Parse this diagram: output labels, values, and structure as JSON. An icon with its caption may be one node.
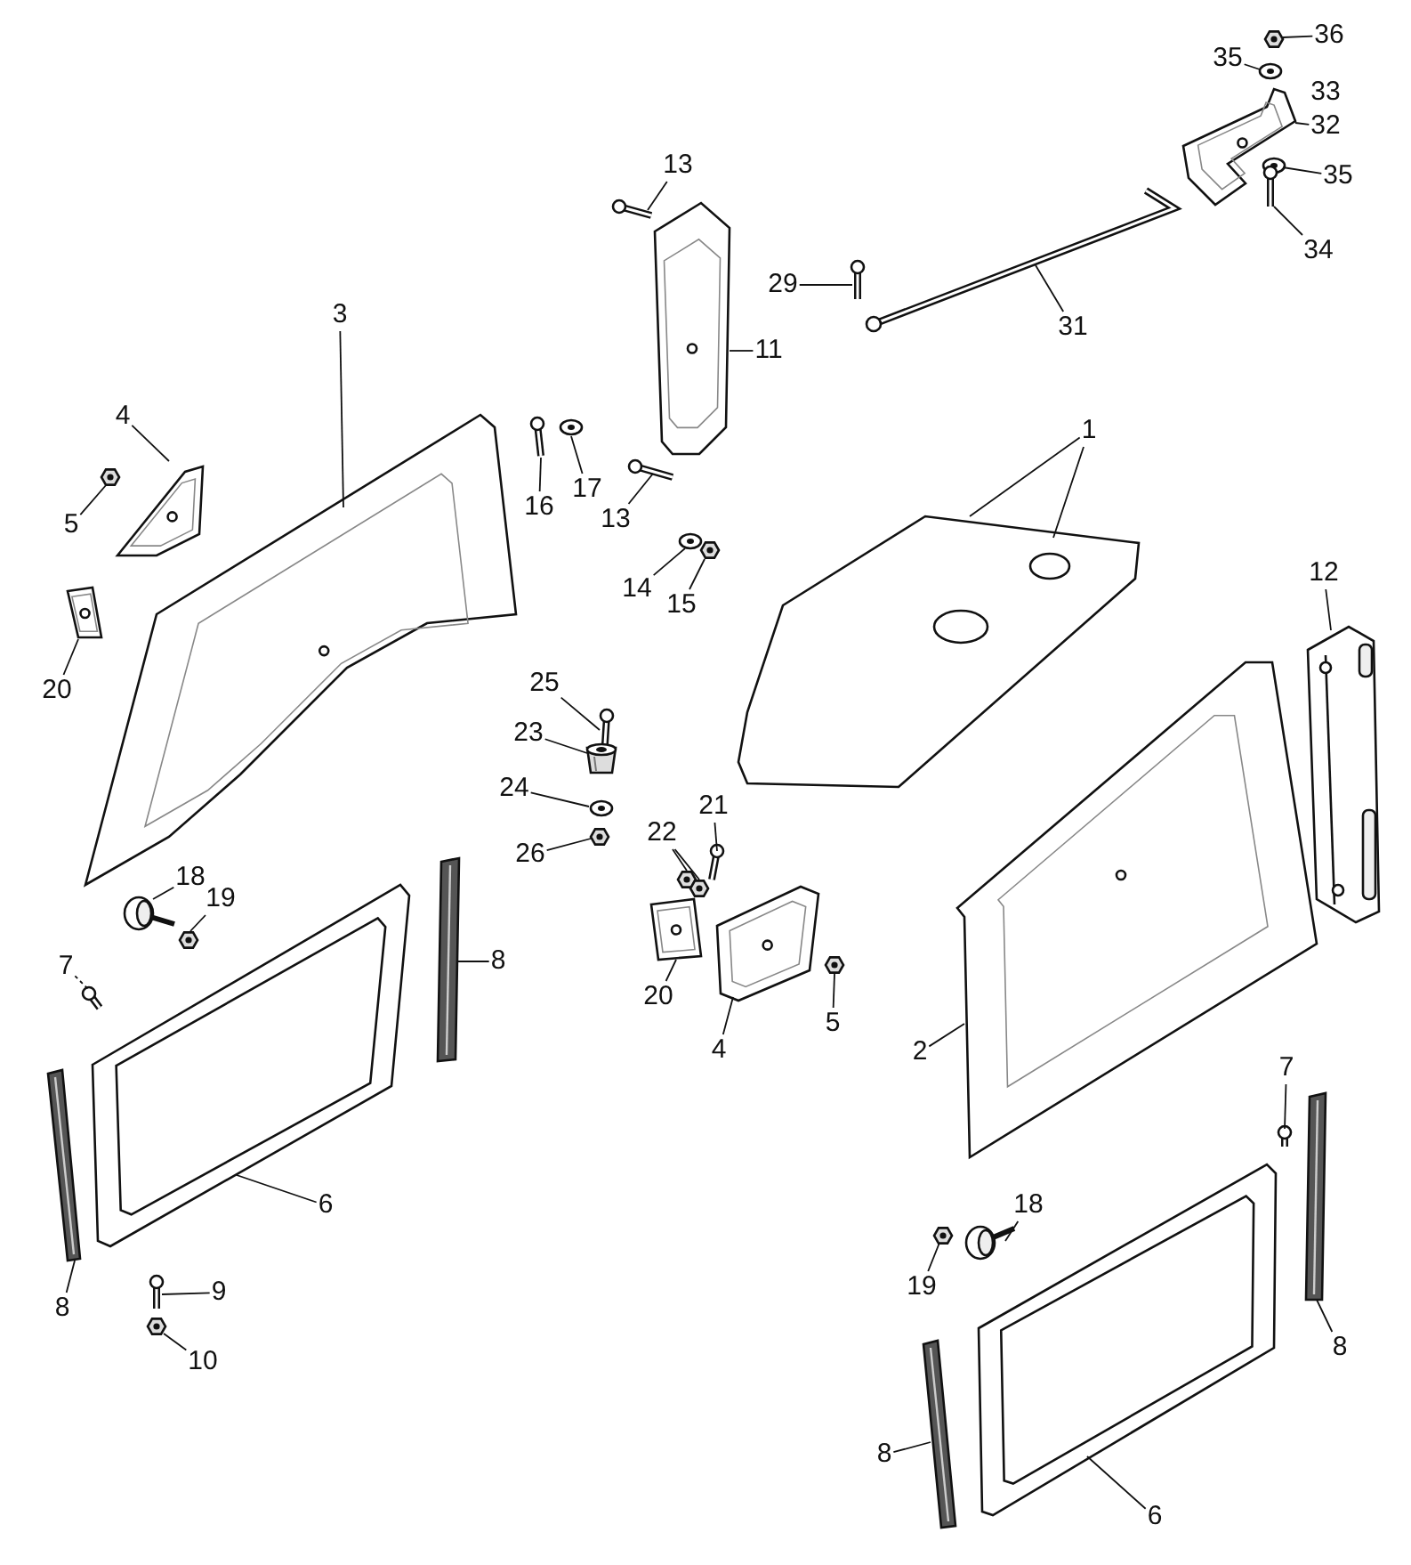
{
  "diagram": {
    "nodes": [
      {
        "text": [
          "36"
        ]
      },
      {
        "text": [
          "35"
        ]
      },
      {
        "text": [
          "32"
        ]
      },
      {
        "text": [
          "13"
        ]
      },
      {
        "text": [
          "35"
        ]
      },
      {
        "text": [
          "34"
        ]
      },
      {
        "text": [
          "29"
        ]
      },
      {
        "text": [
          "3"
        ]
      },
      {
        "text": [
          "31"
        ]
      },
      {
        "text": [
          "11"
        ]
      },
      {
        "text": [
          "4"
        ]
      },
      {
        "text": [
          "1"
        ]
      },
      {
        "text": [
          "17"
        ]
      },
      {
        "text": [
          "16"
        ]
      },
      {
        "text": [
          "13"
        ]
      },
      {
        "text": [
          "5"
        ]
      },
      {
        "text": [
          "12"
        ]
      },
      {
        "text": [
          "14"
        ]
      },
      {
        "text": [
          "15"
        ]
      },
      {
        "text": [
          "25"
        ]
      },
      {
        "text": [
          "20"
        ]
      },
      {
        "text": [
          "23"
        ]
      },
      {
        "text": [
          "24"
        ]
      },
      {
        "text": [
          "21"
        ]
      },
      {
        "text": [
          "22"
        ]
      },
      {
        "text": [
          "26"
        ]
      },
      {
        "text": [
          "18"
        ]
      },
      {
        "text": [
          "19"
        ]
      },
      {
        "text": [
          "8"
        ]
      },
      {
        "text": [
          "7"
        ]
      },
      {
        "text": [
          "20"
        ]
      },
      {
        "text": [
          "5"
        ]
      },
      {
        "text": [
          "4"
        ]
      },
      {
        "text": [
          "2"
        ]
      },
      {
        "text": [
          "7"
        ]
      },
      {
        "text": [
          "6"
        ]
      },
      {
        "text": [
          "18"
        ]
      },
      {
        "text": [
          "19"
        ]
      },
      {
        "text": [
          "9"
        ]
      },
      {
        "text": [
          "8"
        ]
      },
      {
        "text": [
          "8"
        ]
      },
      {
        "text": [
          "10"
        ]
      },
      {
        "text": [
          "8"
        ]
      },
      {
        "text": [
          "6"
        ]
      },
      {
        "text": [],
        "shape": "picture"
      },
      {
        "text": [],
        "shape": "picture"
      },
      {
        "text": [],
        "shape": "picture"
      },
      {
        "text": [],
        "shape": "picture"
      },
      {
        "text": [],
        "shape": "picture"
      },
      {
        "text": [],
        "shape": "picture"
      },
      {
        "text": [],
        "shape": "picture"
      },
      {
        "text": [],
        "shape": "picture"
      },
      {
        "text": [],
        "shape": "picture"
      },
      {
        "text": [],
        "shape": "picture"
      },
      {
        "text": [],
        "shape": "picture"
      },
      {
        "text": [],
        "shape": "picture"
      },
      {
        "text": [],
        "shape": "picture"
      },
      {
        "text": [],
        "shape": "picture"
      },
      {
        "text": [],
        "shape": "picture"
      },
      {
        "text": [],
        "shape": "picture"
      },
      {
        "text": [],
        "shape": "picture"
      },
      {
        "text": [],
        "shape": "picture"
      },
      {
        "text": [],
        "shape": "picture"
      },
      {
        "text": [],
        "shape": "picture"
      },
      {
        "text": [],
        "shape": "picture"
      },
      {
        "text": [],
        "shape": "picture"
      },
      {
        "text": [],
        "shape": "picture"
      },
      {
        "text": [],
        "shape": "picture"
      },
      {
        "text": [],
        "shape": "picture"
      },
      {
        "text": [],
        "shape": "picture"
      },
      {
        "text": [],
        "shape": "picture"
      },
      {
        "text": [],
        "shape": "picture"
      },
      {
        "text": [],
        "shape": "picture"
      },
      {
        "text": [],
        "shape": "picture"
      },
      {
        "text": [],
        "shape": "picture"
      },
      {
        "text": [],
        "shape": "picture"
      },
      {
        "text": [],
        "shape": "picture"
      },
      {
        "text": [],
        "shape": "picture"
      },
      {
        "text": [],
        "shape": "picture"
      },
      {
        "text": [],
        "shape": "picture"
      },
      {
        "text": [],
        "shape": "picture"
      },
      {
        "text": [],
        "shape": "picture"
      },
      {
        "text": [],
        "shape": "picture"
      },
      {
        "text": [],
        "shape": "picture"
      },
      {
        "text": [],
        "shape": "picture"
      },
      {
        "text": [],
        "shape": "picture"
      },
      {
        "text": [],
        "shape": "picture"
      },
      {
        "text": [],
        "shape": "picture"
      },
      {
        "text": [],
        "shape": "picture"
      }
    ],
    "edges": [
      {
        "from": 0,
        "to": 44,
        "arrow": "none"
      },
      {
        "from": 1,
        "to": 45,
        "arrow": "none"
      },
      {
        "from": 2,
        "to": 46,
        "arrow": "none"
      },
      {
        "from": 3,
        "to": 49,
        "arrow": "none"
      },
      {
        "from": 4,
        "to": 47,
        "arrow": "none"
      },
      {
        "from": 5,
        "to": 48,
        "arrow": "none"
      },
      {
        "from": 6,
        "to": 50,
        "arrow": "none"
      },
      {
        "from": 7,
        "to": 52,
        "arrow": "none"
      },
      {
        "from": 8,
        "to": 51,
        "arrow": "none"
      },
      {
        "from": 9,
        "to": 53,
        "arrow": "none"
      },
      {
        "from": 10,
        "to": 54,
        "arrow": "none"
      },
      {
        "from": 11,
        "to": 55,
        "arrow": "none"
      },
      {
        "from": 11,
        "to": 55,
        "arrow": "none"
      },
      {
        "from": 12,
        "to": 56,
        "arrow": "none"
      },
      {
        "from": 13,
        "to": 57,
        "arrow": "none"
      },
      {
        "from": 14,
        "to": 58,
        "arrow": "none"
      },
      {
        "from": 15,
        "to": 59,
        "arrow": "none"
      },
      {
        "from": 16,
        "to": 60,
        "arrow": "none"
      },
      {
        "from": 17,
        "to": 61,
        "arrow": "none"
      },
      {
        "from": 18,
        "to": 62,
        "arrow": "none"
      },
      {
        "from": 19,
        "to": 63,
        "arrow": "none"
      },
      {
        "from": 20,
        "to": 64,
        "arrow": "none"
      },
      {
        "from": 21,
        "to": 65,
        "arrow": "none"
      },
      {
        "from": 22,
        "to": 66,
        "arrow": "none"
      },
      {
        "from": 23,
        "to": 67,
        "arrow": "none"
      },
      {
        "from": 24,
        "to": 68,
        "arrow": "none"
      },
      {
        "from": 24,
        "to": 69,
        "arrow": "none"
      },
      {
        "from": 25,
        "to": 70,
        "arrow": "none"
      },
      {
        "from": 26,
        "to": 71,
        "arrow": "none"
      },
      {
        "from": 27,
        "to": 72,
        "arrow": "none"
      },
      {
        "from": 28,
        "to": 73,
        "arrow": "none"
      },
      {
        "from": 29,
        "to": 74,
        "arrow": "none",
        "style": "dashed"
      },
      {
        "from": 30,
        "to": 75,
        "arrow": "none"
      },
      {
        "from": 31,
        "to": 77,
        "arrow": "none"
      },
      {
        "from": 32,
        "to": 76,
        "arrow": "none"
      },
      {
        "from": 33,
        "to": 78,
        "arrow": "none"
      },
      {
        "from": 34,
        "to": 79,
        "arrow": "none"
      },
      {
        "from": 35,
        "to": 80,
        "arrow": "none"
      },
      {
        "from": 36,
        "to": 81,
        "arrow": "none"
      },
      {
        "from": 37,
        "to": 82,
        "arrow": "none"
      },
      {
        "from": 38,
        "to": 83,
        "arrow": "none"
      },
      {
        "from": 39,
        "to": 84,
        "arrow": "none"
      },
      {
        "from": 40,
        "to": 85,
        "arrow": "none"
      },
      {
        "from": 41,
        "to": 86,
        "arrow": "none"
      },
      {
        "from": 42,
        "to": 87,
        "arrow": "none"
      },
      {
        "from": 43,
        "to": 88,
        "arrow": "none"
      }
    ],
    "labels": [
      "33"
    ]
  }
}
